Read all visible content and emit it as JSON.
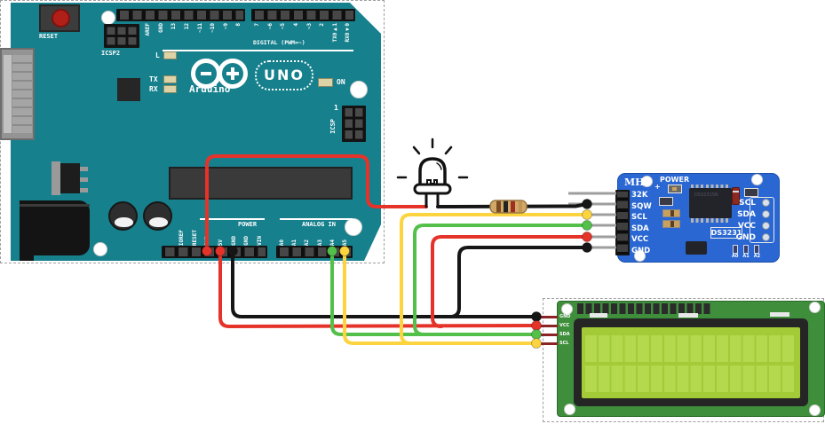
{
  "colors": {
    "wire_red": "#e5332a",
    "wire_yellow": "#fcd440",
    "wire_green": "#53c04a",
    "wire_black": "#161616",
    "arduino_teal": "#16808d",
    "rtc_blue": "#2a67d3",
    "lcd_pcb_green": "#3f8e3b",
    "lcd_screen_green": "#a2cb37",
    "resistor_body": "#d2a86a"
  },
  "arduino": {
    "reset_label": "RESET",
    "icsp2_label": "ICSP2",
    "icsp_label": "ICSP",
    "icsp_pin1_label": "1",
    "led_l": "L",
    "led_tx": "TX",
    "led_rx": "RX",
    "led_on": "ON",
    "brand": "Arduino™",
    "model": "UNO",
    "digital_caption": "DIGITAL (PWM=~)",
    "digital_left_labels": [
      "AREF",
      "GND",
      "13",
      "12",
      "~11",
      "~10",
      "~9",
      "8"
    ],
    "digital_right_labels": [
      "7",
      "~6",
      "~5",
      "4",
      "~3",
      "2",
      "TX0▶1",
      "RX0◀0"
    ],
    "power_caption": "POWER",
    "power_labels": [
      "IOREF",
      "RESET",
      "3V3",
      "5V",
      "GND",
      "GND",
      "VIN"
    ],
    "analog_caption": "ANALOG IN",
    "analog_labels": [
      "A0",
      "A1",
      "A2",
      "A3",
      "A4",
      "A5"
    ]
  },
  "rtc": {
    "brand": "MH",
    "power_label": "POWER",
    "power_plus": "+",
    "left_pin_labels": [
      "32K",
      "SQW",
      "SCL",
      "SDA",
      "VCC",
      "GND"
    ],
    "right_pin_labels": [
      "SCL",
      "SDA",
      "VCC",
      "GND"
    ],
    "module_label": "DS3231",
    "ic_text": "DS3231SN",
    "jumper_labels": [
      "A0",
      "A1",
      "A2"
    ]
  },
  "lcd": {
    "pin_labels": [
      "GND",
      "VCC",
      "SDA",
      "SCL"
    ]
  }
}
